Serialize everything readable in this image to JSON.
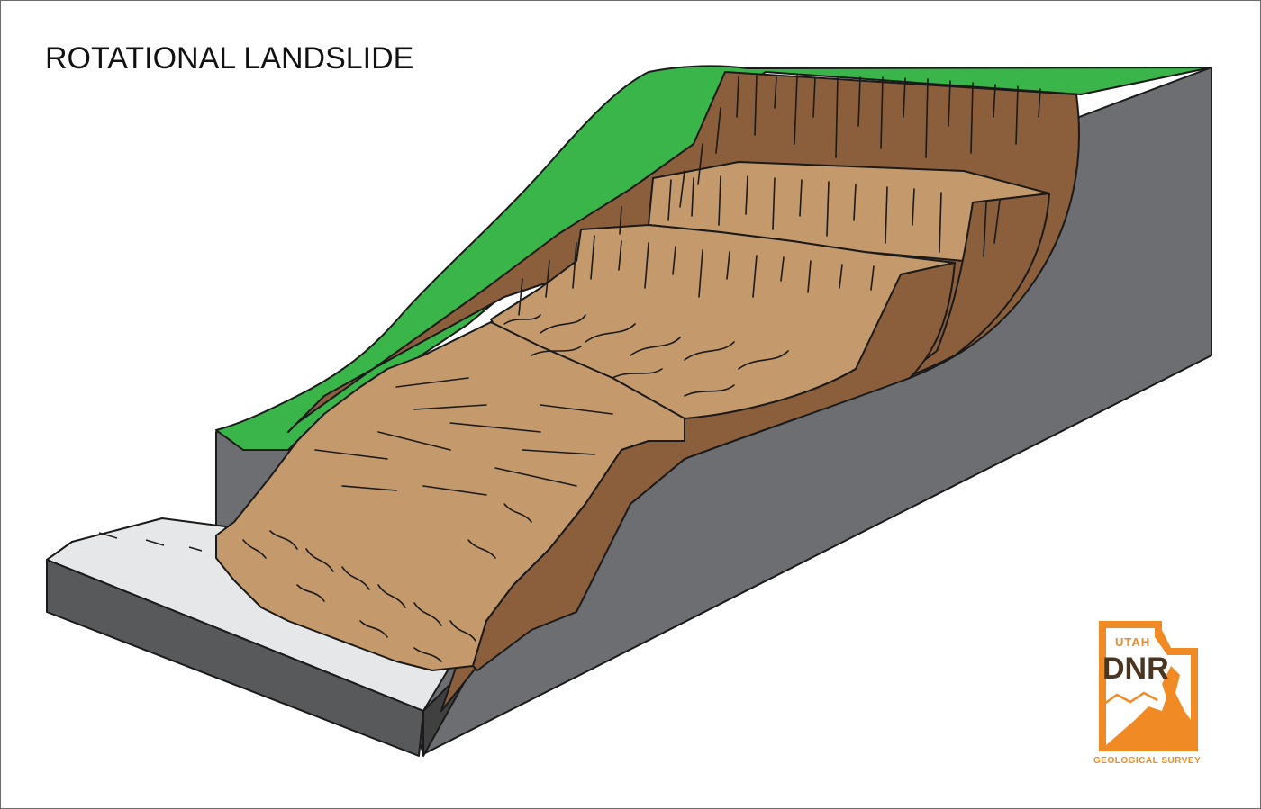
{
  "title": "ROTATIONAL LANDSLIDE",
  "logo": {
    "top_text": "UTAH",
    "main_text": "DNR",
    "bottom_text": "GEOLOGICAL SURVEY"
  },
  "colors": {
    "grass": "#3ab54a",
    "bedrock": "#6d6e71",
    "road_top": "#e6e7e8",
    "road_side": "#58595b",
    "scarp_dark": "#8b5e3c",
    "slide_light": "#c49a6c",
    "logo": "#f08a24",
    "logo_text": "#4a3520"
  }
}
